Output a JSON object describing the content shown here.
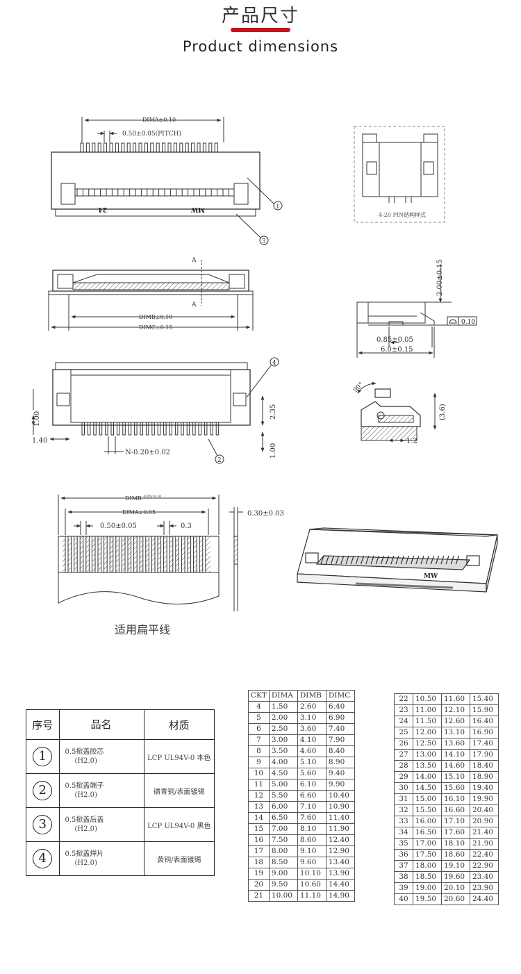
{
  "header": {
    "title_cn": "产品尺寸",
    "title_en": "Product dimensions",
    "accent_color": "#c0121a"
  },
  "drawing": {
    "dim_a": "DIMA±0.10",
    "pitch": "0.50±0.05(PITCH)",
    "dim_b": "DIMB±0.10",
    "dim_c": "DIMC±0.15",
    "section_mark": "A",
    "callout_1": "1",
    "callout_2": "2",
    "callout_3": "3",
    "callout_4": "4",
    "pin_note": "4-20 PIN结构样式",
    "height": "2.00±0.15",
    "flatness": "0.10",
    "w_085": "0.85±0.05",
    "w_60": "6.0±0.15",
    "angle": "90°",
    "dim_36": "(3.6)",
    "dim_12": "1.2",
    "dim_100a": "1.00",
    "dim_140": "1.40",
    "dim_235": "2.35",
    "dim_100b": "1.00",
    "n_pitch": "N-0.20±0.02",
    "cable_dimb": "DIMB",
    "cable_dimb_tol": "-0.05/-0.10",
    "cable_dima": "DIMA±0.05",
    "cable_pitch": "0.50±0.05",
    "cable_03": "0.3",
    "cable_thk": "0.30±0.03",
    "cable_caption": "适用扁平线",
    "label_24": "24",
    "label_mw": "MW"
  },
  "materials": {
    "headers": [
      "序号",
      "品名",
      "材质"
    ],
    "rows": [
      {
        "no": "1",
        "name": "0.5掀盖胶芯",
        "sub": "(H2.0)",
        "material": "LCP UL94V-0 本色"
      },
      {
        "no": "2",
        "name": "0.5掀盖端子",
        "sub": "(H2.0)",
        "material": "磷青铜/表面镀锡"
      },
      {
        "no": "3",
        "name": "0.5掀盖后盖",
        "sub": "(H2.0)",
        "material": "LCP UL94V-0 黑色"
      },
      {
        "no": "4",
        "name": "0.5掀盖焊片",
        "sub": "(H2.0)",
        "material": "黄铜/表面镀锡"
      }
    ]
  },
  "dimension_table": {
    "headers": [
      "CKT",
      "DIMA",
      "DIMB",
      "DIMC"
    ],
    "rows_left": [
      [
        "4",
        "1.50",
        "2.60",
        "6.40"
      ],
      [
        "5",
        "2.00",
        "3.10",
        "6.90"
      ],
      [
        "6",
        "2.50",
        "3.60",
        "7.40"
      ],
      [
        "7",
        "3.00",
        "4.10",
        "7.90"
      ],
      [
        "8",
        "3.50",
        "4.60",
        "8.40"
      ],
      [
        "9",
        "4.00",
        "5.10",
        "8.90"
      ],
      [
        "10",
        "4.50",
        "5.60",
        "9.40"
      ],
      [
        "11",
        "5.00",
        "6.10",
        "9.90"
      ],
      [
        "12",
        "5.50",
        "6.60",
        "10.40"
      ],
      [
        "13",
        "6.00",
        "7.10",
        "10.90"
      ],
      [
        "14",
        "6.50",
        "7.60",
        "11.40"
      ],
      [
        "15",
        "7.00",
        "8.10",
        "11.90"
      ],
      [
        "16",
        "7.50",
        "8.60",
        "12.40"
      ],
      [
        "17",
        "8.00",
        "9.10",
        "12.90"
      ],
      [
        "18",
        "8.50",
        "9.60",
        "13.40"
      ],
      [
        "19",
        "9.00",
        "10.10",
        "13.90"
      ],
      [
        "20",
        "9.50",
        "10.60",
        "14.40"
      ],
      [
        "21",
        "10.00",
        "11.10",
        "14.90"
      ]
    ],
    "rows_right": [
      [
        "22",
        "10.50",
        "11.60",
        "15.40"
      ],
      [
        "23",
        "11.00",
        "12.10",
        "15.90"
      ],
      [
        "24",
        "11.50",
        "12.60",
        "16.40"
      ],
      [
        "25",
        "12.00",
        "13.10",
        "16.90"
      ],
      [
        "26",
        "12.50",
        "13.60",
        "17.40"
      ],
      [
        "27",
        "13.00",
        "14.10",
        "17.90"
      ],
      [
        "28",
        "13.50",
        "14.60",
        "18.40"
      ],
      [
        "29",
        "14.00",
        "15.10",
        "18.90"
      ],
      [
        "30",
        "14.50",
        "15.60",
        "19.40"
      ],
      [
        "31",
        "15.00",
        "16.10",
        "19.90"
      ],
      [
        "32",
        "15.50",
        "16.60",
        "20.40"
      ],
      [
        "33",
        "16.00",
        "17.10",
        "20.90"
      ],
      [
        "34",
        "16.50",
        "17.60",
        "21.40"
      ],
      [
        "35",
        "17.00",
        "18.10",
        "21.90"
      ],
      [
        "36",
        "17.50",
        "18.60",
        "22.40"
      ],
      [
        "37",
        "18.00",
        "19.10",
        "22.90"
      ],
      [
        "38",
        "18.50",
        "19.60",
        "23.40"
      ],
      [
        "39",
        "19.00",
        "20.10",
        "23.90"
      ],
      [
        "40",
        "19.50",
        "20.60",
        "24.40"
      ]
    ]
  }
}
